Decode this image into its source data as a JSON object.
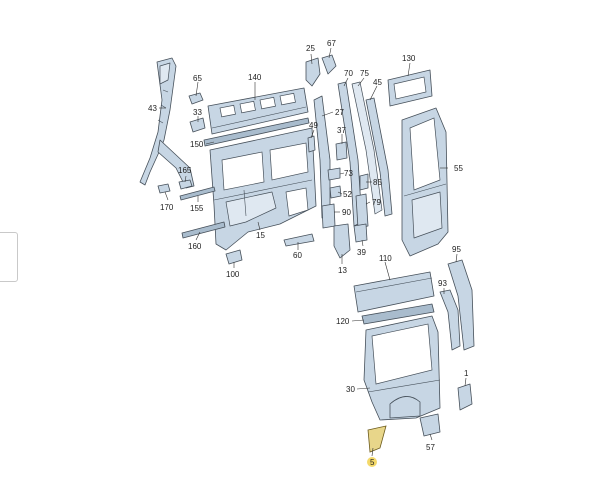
{
  "diagram": {
    "highlight_color": "#f4d96a",
    "part_color": "#c7d6e4",
    "callouts": [
      {
        "id": "c25",
        "label": "25"
      },
      {
        "id": "c67",
        "label": "67"
      },
      {
        "id": "c130",
        "label": "130"
      },
      {
        "id": "c65",
        "label": "65"
      },
      {
        "id": "c140",
        "label": "140"
      },
      {
        "id": "c70",
        "label": "70"
      },
      {
        "id": "c75",
        "label": "75"
      },
      {
        "id": "c45",
        "label": "45"
      },
      {
        "id": "c43",
        "label": "43"
      },
      {
        "id": "c33",
        "label": "33"
      },
      {
        "id": "c27",
        "label": "27"
      },
      {
        "id": "c49",
        "label": "49"
      },
      {
        "id": "c37",
        "label": "37"
      },
      {
        "id": "c150",
        "label": "150"
      },
      {
        "id": "c55",
        "label": "55"
      },
      {
        "id": "c165",
        "label": "165"
      },
      {
        "id": "c73",
        "label": "73"
      },
      {
        "id": "c85",
        "label": "85"
      },
      {
        "id": "c52",
        "label": "52"
      },
      {
        "id": "c79",
        "label": "79"
      },
      {
        "id": "c170",
        "label": "170"
      },
      {
        "id": "c155",
        "label": "155"
      },
      {
        "id": "c90",
        "label": "90"
      },
      {
        "id": "c15",
        "label": "15"
      },
      {
        "id": "c39",
        "label": "39"
      },
      {
        "id": "c160",
        "label": "160"
      },
      {
        "id": "c60",
        "label": "60"
      },
      {
        "id": "c95",
        "label": "95"
      },
      {
        "id": "c13",
        "label": "13"
      },
      {
        "id": "c110",
        "label": "110"
      },
      {
        "id": "c100",
        "label": "100"
      },
      {
        "id": "c93",
        "label": "93"
      },
      {
        "id": "c120",
        "label": "120"
      },
      {
        "id": "c30",
        "label": "30"
      },
      {
        "id": "c1",
        "label": "1"
      },
      {
        "id": "c57",
        "label": "57"
      },
      {
        "id": "c5",
        "label": "5"
      }
    ]
  }
}
